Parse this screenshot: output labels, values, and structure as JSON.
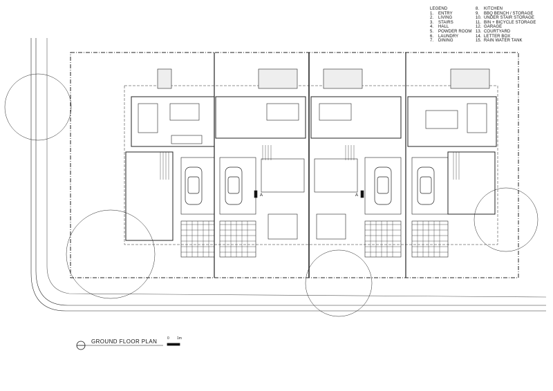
{
  "legend": {
    "heading": "LEGEND",
    "items": [
      {
        "num": "1.",
        "label": "ENTRY"
      },
      {
        "num": "2.",
        "label": "LIVING"
      },
      {
        "num": "3.",
        "label": "STAIRS"
      },
      {
        "num": "4.",
        "label": "HALL"
      },
      {
        "num": "5.",
        "label": "POWDER ROOM"
      },
      {
        "num": "6.",
        "label": "LAUNDRY"
      },
      {
        "num": "7.",
        "label": "DINING"
      },
      {
        "num": "8.",
        "label": "KITCHEN"
      },
      {
        "num": "9.",
        "label": "BBQ BENCH / STORAGE"
      },
      {
        "num": "10.",
        "label": "UNDER STAIR STORAGE"
      },
      {
        "num": "11.",
        "label": "BIN + BICYCLE STORAGE"
      },
      {
        "num": "12.",
        "label": "GARAGE"
      },
      {
        "num": "13.",
        "label": "COURTYARD"
      },
      {
        "num": "14.",
        "label": "LETTER BOX"
      },
      {
        "num": "15.",
        "label": "RAIN WATER TANK"
      }
    ]
  },
  "title": {
    "text": "GROUND FLOOR PLAN",
    "scale_start": "0",
    "scale_end": "1m"
  },
  "section_marker": "A"
}
